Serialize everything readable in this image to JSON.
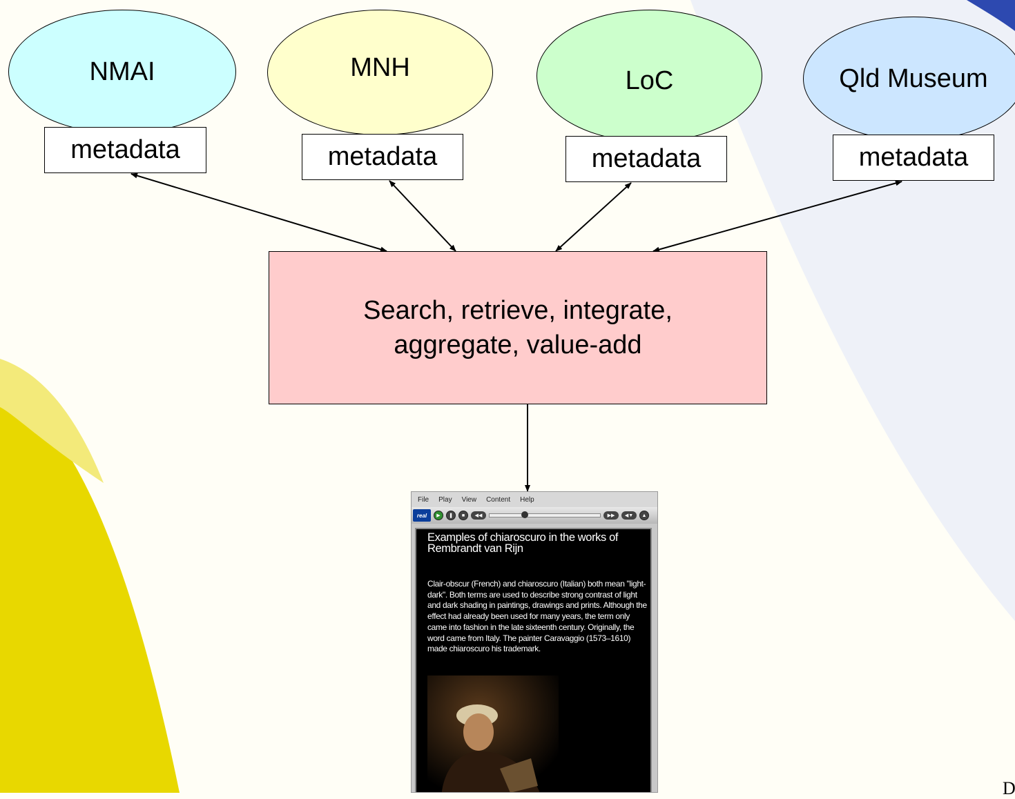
{
  "sources": [
    {
      "name": "NMAI",
      "metadata": "metadata",
      "color": "#ccffff"
    },
    {
      "name": "MNH",
      "metadata": "metadata",
      "color": "#ffffcc"
    },
    {
      "name": "LoC",
      "metadata": "metadata",
      "color": "#ccffcc"
    },
    {
      "name": "Qld Museum",
      "metadata": "metadata",
      "color": "#cce6ff"
    }
  ],
  "process": {
    "line1": "Search, retrieve, integrate,",
    "line2": "aggregate, value-add",
    "color": "#ffcccc"
  },
  "player": {
    "menu": [
      "File",
      "Play",
      "View",
      "Content",
      "Help"
    ],
    "logo_text": "real",
    "title": "Examples of chiaroscuro in the works of Rembrandt van Rijn",
    "body": "Clair-obscur (French) and chiaroscuro (Italian) both mean \"light-dark\".  Both terms are used to describe strong contrast of light and dark shading in paintings, drawings and prints. Although the effect had already been used for many years, the term only came into fashion in the late sixteenth century. Originally, the word came from Italy. The painter Caravaggio (1573–1610) made chiaroscuro his trademark."
  },
  "corner_text": "D"
}
